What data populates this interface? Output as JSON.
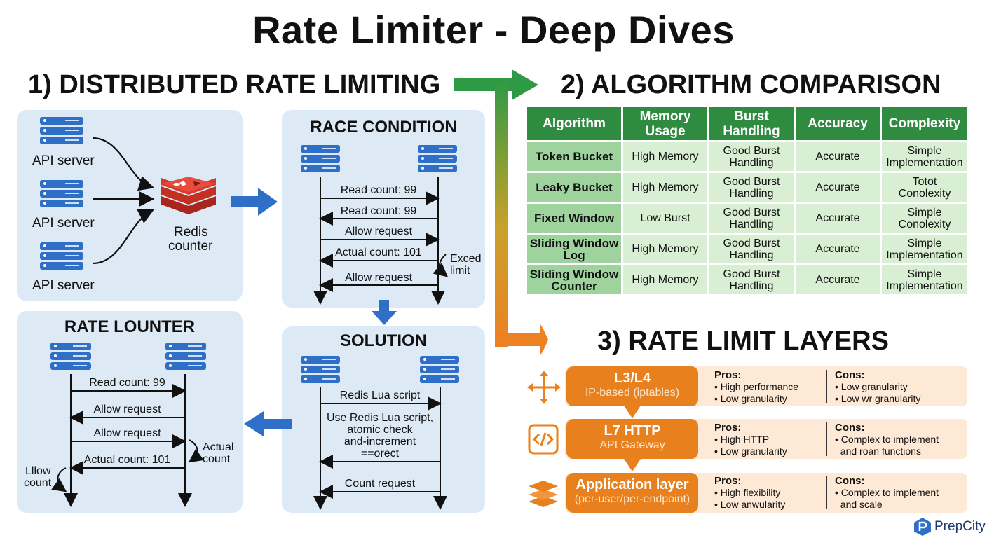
{
  "title": "Rate Limiter - Deep Dives",
  "sections": {
    "s1": "1) DISTRIBUTED RATE LIMITING",
    "s2": "2) ALGORITHM COMPARISON",
    "s3": "3) RATE LIMIT LAYERS"
  },
  "distributed": {
    "server_label": "API server",
    "redis_label_line1": "Redis",
    "redis_label_line2": "counter"
  },
  "race": {
    "title": "RACE CONDITION",
    "messages": [
      "Read count: 99",
      "Read count: 99",
      "Allow request",
      "Actual count: 101",
      "Allow request"
    ],
    "note_line1": "Exced",
    "note_line2": "limit"
  },
  "solution": {
    "title": "SOLUTION",
    "msg1": "Redis Lua script",
    "desc": [
      "Use Redis Lua script,",
      "atomic check",
      "and-increment",
      "==orect"
    ],
    "msg_last": "Count request"
  },
  "rate_counter": {
    "title": "RATE LOUNTER",
    "messages": [
      "Read count: 99",
      "Allow request",
      "Allow request",
      "Actual count: 101"
    ],
    "note_right_line1": "Actual",
    "note_right_line2": "count",
    "note_left_line1": "Lllow",
    "note_left_line2": "count"
  },
  "comparison": {
    "headers": [
      [
        "Algorithm"
      ],
      [
        "Memory",
        "Usage"
      ],
      [
        "Burst",
        "Handling"
      ],
      [
        "Accuracy"
      ],
      [
        "Complexity"
      ]
    ],
    "rows": [
      {
        "alg": [
          "Token Bucket"
        ],
        "memory": [
          "High Memory"
        ],
        "burst": [
          "Good Burst",
          "Handling"
        ],
        "accuracy": [
          "Accurate"
        ],
        "complexity": [
          "Simple",
          "Implementation"
        ]
      },
      {
        "alg": [
          "Leaky Bucket"
        ],
        "memory": [
          "High Memory"
        ],
        "burst": [
          "Good Burst",
          "Handling"
        ],
        "accuracy": [
          "Accurate"
        ],
        "complexity": [
          "Totot",
          "Conolexity"
        ]
      },
      {
        "alg": [
          "Fixed Window"
        ],
        "memory": [
          "Low Burst"
        ],
        "burst": [
          "Good Burst",
          "Handling"
        ],
        "accuracy": [
          "Accurate"
        ],
        "complexity": [
          "Simple",
          "Conolexity"
        ]
      },
      {
        "alg": [
          "Sliding Window",
          "Log"
        ],
        "memory": [
          "High Memory"
        ],
        "burst": [
          "Good Burst",
          "Handling"
        ],
        "accuracy": [
          "Accurate"
        ],
        "complexity": [
          "Simple",
          "Implementation"
        ]
      },
      {
        "alg": [
          "Sliding Window",
          "Counter"
        ],
        "memory": [
          "High Memory"
        ],
        "burst": [
          "Good Burst",
          "Handling"
        ],
        "accuracy": [
          "Accurate"
        ],
        "complexity": [
          "Simple",
          "Implementation"
        ]
      }
    ]
  },
  "layers": [
    {
      "icon": "move-arrows-icon",
      "name": "L3/L4",
      "sub": "IP-based (iptables)",
      "pros_title": "Pros:",
      "pros": [
        "• High performance",
        "• Low granularity"
      ],
      "cons_title": "Cons:",
      "cons": [
        "• Low granularity",
        "• Low wr granularity"
      ]
    },
    {
      "icon": "code-icon",
      "name": "L7 HTTP",
      "sub": "API Gateway",
      "pros_title": "Pros:",
      "pros": [
        "• High HTTP",
        "• Low granularity"
      ],
      "cons_title": "Cons:",
      "cons": [
        "• Complex to implement",
        "  and roan functions"
      ]
    },
    {
      "icon": "layers-icon",
      "name": "Application layer",
      "sub": "(per-user/per-endpoint)",
      "pros_title": "Pros:",
      "pros": [
        "• High flexibility",
        "• Low anwularity"
      ],
      "cons_title": "Cons:",
      "cons": [
        "• Complex to implement",
        "  and scale"
      ]
    }
  ],
  "logo": {
    "text": "PrepCity"
  },
  "colors": {
    "blue": "#2f6fc8",
    "green": "#2e8b3f",
    "orange": "#e8801e",
    "panel": "#dde9f5",
    "redis": "#d63a2f"
  }
}
